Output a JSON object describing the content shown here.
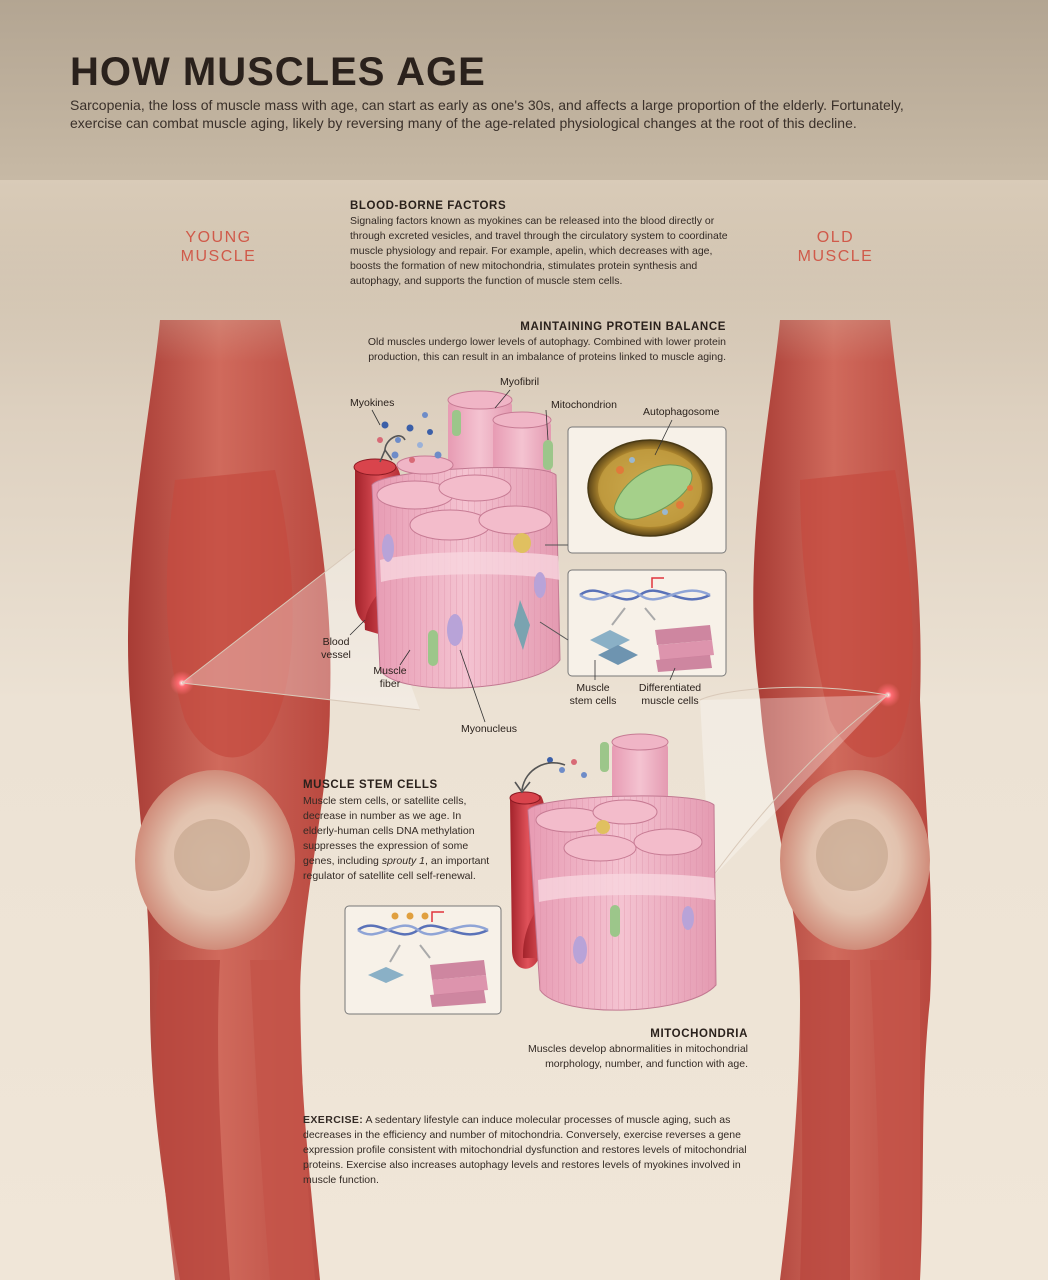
{
  "header": {
    "title": "HOW MUSCLES AGE",
    "intro": "Sarcopenia, the loss of muscle mass with age, can start as early as one's 30s, and affects a large proportion of the elderly. Fortunately, exercise can combat muscle aging, likely by reversing many of the age-related physiological changes at the root of this decline."
  },
  "sides": {
    "young": [
      "YOUNG",
      "MUSCLE"
    ],
    "old": [
      "OLD",
      "MUSCLE"
    ]
  },
  "sections": {
    "blood": {
      "title": "BLOOD-BORNE FACTORS",
      "text": "Signaling factors known as myokines can be released into the blood directly or through excreted vesicles, and travel through the circulatory system to coordinate muscle physiology and repair. For example, apelin, which decreases with age, boosts the formation of new mitochondria, stimulates protein synthesis and autophagy, and supports the function of muscle stem cells."
    },
    "protein": {
      "title": "MAINTAINING PROTEIN BALANCE",
      "text": "Old muscles undergo lower levels of autophagy. Combined with lower protein production, this can result in an imbalance of proteins linked to muscle aging."
    },
    "stem": {
      "title": "MUSCLE STEM CELLS",
      "text_before": "Muscle stem cells, or satellite cells, decrease in number as we age. In elderly-human cells DNA methylation suppresses the expression of some genes, including ",
      "gene": "sprouty 1",
      "text_after": ", an important regulator of satellite cell self-renewal."
    },
    "mito": {
      "title": "MITOCHONDRIA",
      "text": "Muscles develop abnormalities in mitochondrial morphology, number, and function with age."
    },
    "exercise": {
      "title": "EXERCISE:",
      "text": " A sedentary lifestyle can induce molecular processes of muscle aging, such as decreases in the efficiency and number of mitochondria. Conversely, exercise reverses a gene expression profile consistent with mitochondrial dysfunction and restores levels of mitochondrial proteins. Exercise also increases autophagy levels and restores levels of myokines involved in muscle function."
    }
  },
  "labels": {
    "myofibril": "Myofibril",
    "myokines": "Myokines",
    "mitochondrion": "Mitochondrion",
    "autophagosome": "Autophagosome",
    "blood_vessel": [
      "Blood",
      "vessel"
    ],
    "muscle_fiber": [
      "Muscle",
      "fiber"
    ],
    "myonucleus": "Myonucleus",
    "muscle_stem_cells": [
      "Muscle",
      "stem cells"
    ],
    "differentiated_cells": [
      "Differentiated",
      "muscle cells"
    ]
  },
  "colors": {
    "muscle": "#c7564a",
    "fiber_pink": "#e9a7bb",
    "vessel": "#c8343a",
    "label_red": "#d05a4a",
    "mitochondrion": "#9cc68a"
  }
}
